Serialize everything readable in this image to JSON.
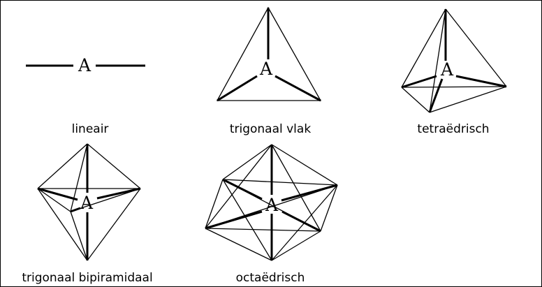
{
  "center_atom": "A",
  "geometries": [
    {
      "id": "linear",
      "caption": "lineair"
    },
    {
      "id": "trigonal-planar",
      "caption": "trigonaal vlak"
    },
    {
      "id": "tetrahedral",
      "caption": "tetraëdrisch"
    },
    {
      "id": "trigonal-bipyramidal",
      "caption": "trigonaal bipiramidaal"
    },
    {
      "id": "octahedral",
      "caption": "octaëdrisch"
    }
  ]
}
